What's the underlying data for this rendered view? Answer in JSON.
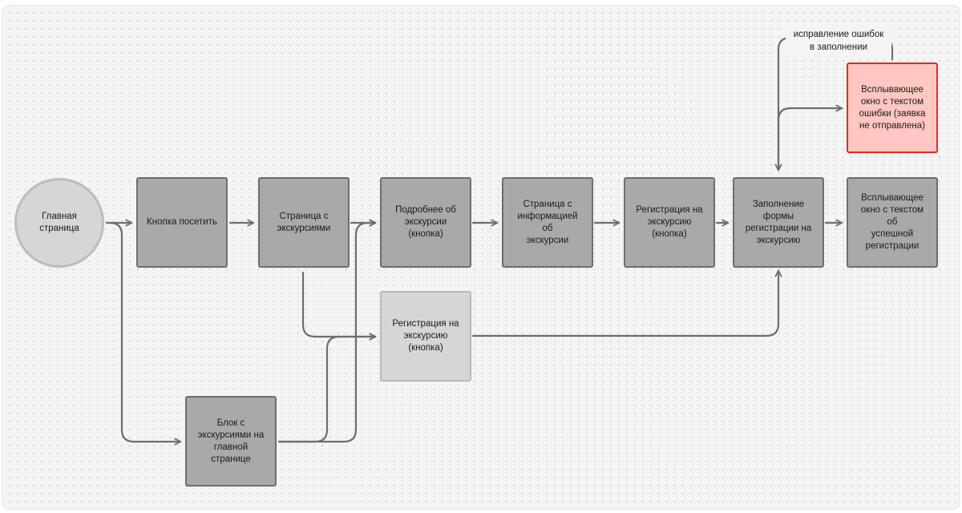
{
  "nodes": {
    "main_page": "Главная\nстраница",
    "visit_button": "Кнопка посетить",
    "excursions_page": "Страница с\nэкскурсиями",
    "more_button": "Подробнее об\nэкскурсии\n(кнопка)",
    "excursion_info_page": "Страница с\nинформацией об\nэкскурсии",
    "register_button": "Регистрация на\nэкскурсию\n(кнопка)",
    "registration_form": "Заполнение\nформы\nрегистрации на\nэкскурсию",
    "success_popup": "Всплывающее\nокно с текстом об\nуспешной\nрегистрации",
    "error_popup": "Всплывающее\nокно с текстом\nошибки (заявка\nне отправлена)",
    "register_button_alt": "Регистрация на\nэкскурсию\n(кнопка)",
    "excursions_block": "Блок с\nэкскурсиями на\nглавной странице"
  },
  "edge_labels": {
    "fix_errors": "исправление ошибок\nв заполнении"
  },
  "colors": {
    "node_fill": "#a9a9a9",
    "node_border": "#6e6e6e",
    "light_fill": "#d6d6d6",
    "error_fill": "#ffc6c2",
    "error_border": "#df2a25",
    "arrow": "#6e6e6e"
  }
}
